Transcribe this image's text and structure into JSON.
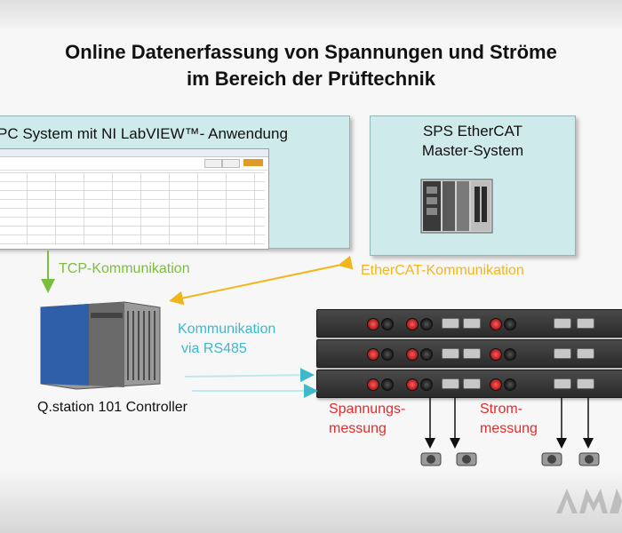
{
  "title_line1": "Online Datenerfassung von Spannungen und Ströme",
  "title_line2": "im Bereich der Prüftechnik",
  "pc_panel": {
    "title": "PC System mit NI LabVIEW™- Anwendung"
  },
  "sps_panel": {
    "title_line1": "SPS EtherCAT",
    "title_line2": "Master-System"
  },
  "labels": {
    "tcp": "TCP-Kommunikation",
    "ethercat": "EtherCAT-Kommunikation",
    "rs485_line1": "Kommunikation",
    "rs485_line2": "via RS485",
    "controller": "Q.station 101 Controller",
    "spannung_line1": "Spannungs-",
    "spannung_line2": "messung",
    "strom_line1": "Strom-",
    "strom_line2": "messung"
  },
  "colors": {
    "panel_fill": "#cfeaea",
    "tcp_green": "#7bbd3c",
    "ethercat_yellow": "#f2b51b",
    "rs485_cyan": "#3fb8c9",
    "measure_red": "#e52b2b",
    "controller_blue": "#2f5fa8"
  },
  "icons": {
    "plc": "plc-device-icon",
    "controller": "controller-device-icon",
    "rack": "measurement-module-icon",
    "sensor": "sensor-icon",
    "watermark": "logo-watermark"
  }
}
